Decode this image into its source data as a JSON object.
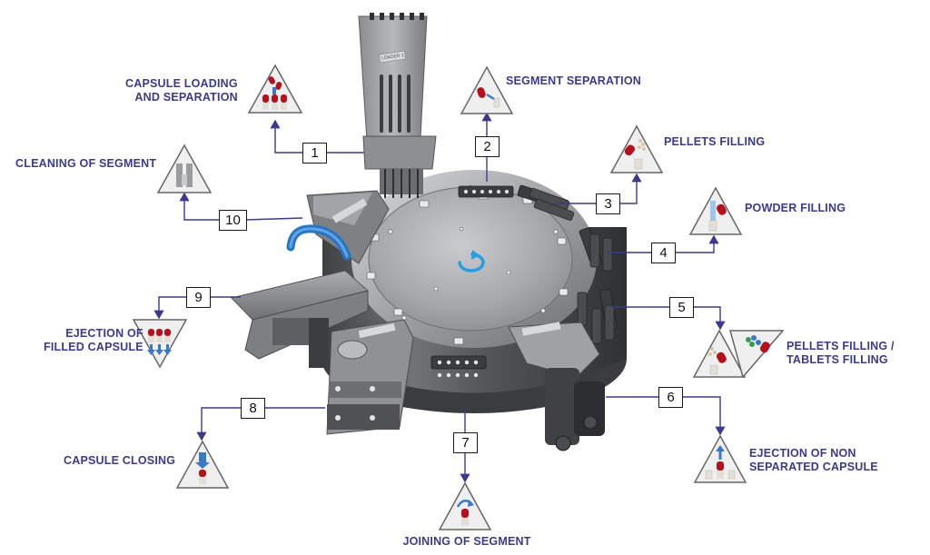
{
  "steps": [
    {
      "number": "1",
      "label": "CAPSULE LOADING\nAND SEPARATION",
      "icon": "capsule-loading-icon"
    },
    {
      "number": "2",
      "label": "SEGMENT SEPARATION",
      "icon": "segment-separation-icon"
    },
    {
      "number": "3",
      "label": "PELLETS FILLING",
      "icon": "pellets-filling-icon"
    },
    {
      "number": "4",
      "label": "POWDER FILLING",
      "icon": "powder-filling-icon"
    },
    {
      "number": "5",
      "label": "PELLETS FILLING /\nTABLETS FILLING",
      "icon": "pellets-tablets-filling-icon"
    },
    {
      "number": "6",
      "label": "EJECTION OF NON\nSEPARATED CAPSULE",
      "icon": "ejection-non-separated-icon"
    },
    {
      "number": "7",
      "label": "JOINING OF SEGMENT",
      "icon": "joining-segment-icon"
    },
    {
      "number": "8",
      "label": "CAPSULE CLOSING",
      "icon": "capsule-closing-icon"
    },
    {
      "number": "9",
      "label": "EJECTION OF\nFILLED CAPSULE",
      "icon": "ejection-filled-capsule-icon"
    },
    {
      "number": "10",
      "label": "CLEANING OF SEGMENT",
      "icon": "cleaning-segment-icon"
    }
  ],
  "colors": {
    "label": "#3b3a8c",
    "connector": "#3b3a8c",
    "capsule_red": "#b3121d",
    "arrow_blue": "#3a78c9",
    "rotation_blue": "#2a9de0"
  }
}
